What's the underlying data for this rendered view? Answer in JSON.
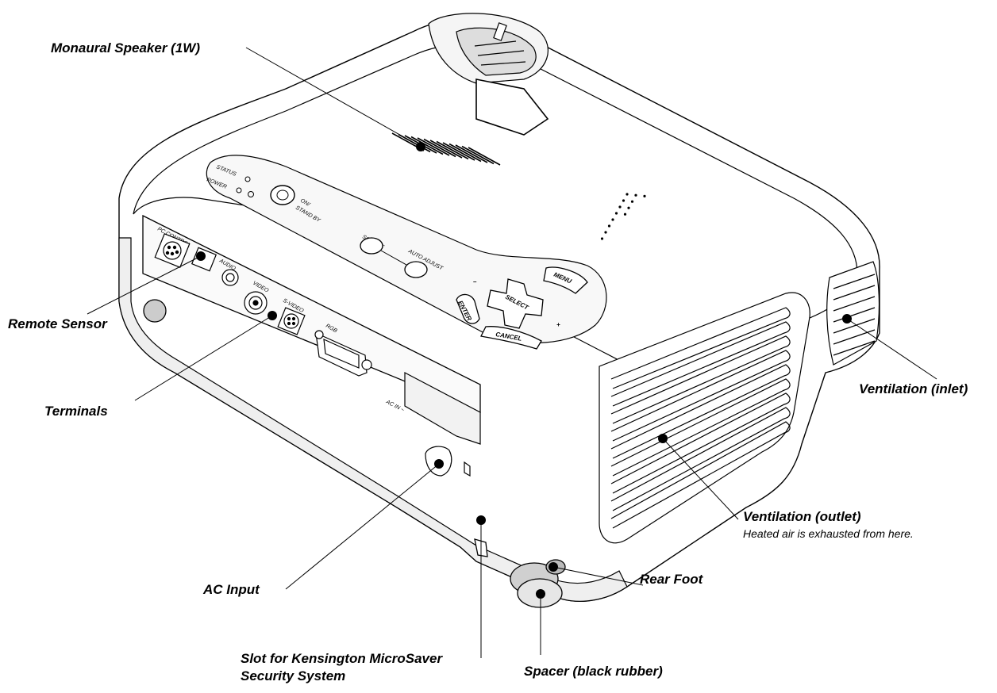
{
  "callouts": {
    "speaker": "Monaural Speaker (1W)",
    "remote_sensor": "Remote Sensor",
    "terminals": "Terminals",
    "ac_input": "AC Input",
    "slot_line1": "Slot for Kensington MicroSaver",
    "slot_line2": "Security System",
    "spacer": "Spacer (black rubber)",
    "rear_foot": "Rear Foot",
    "vent_outlet": "Ventilation (outlet)",
    "vent_outlet_note": "Heated air is exhausted from here.",
    "vent_inlet": "Ventilation (inlet)"
  },
  "panel_labels": {
    "status": "STATUS",
    "power": "POWER",
    "on_standby_1": "ON/",
    "on_standby_2": "STAND BY",
    "source": "SOURCE",
    "auto_adjust": "AUTO ADJUST",
    "menu": "MENU",
    "enter": "ENTER",
    "select": "SELECT",
    "cancel": "CANCEL",
    "minus": "–",
    "plus": "+"
  },
  "port_labels": {
    "pc_control": "PC CONTROL",
    "audio": "AUDIO",
    "video": "VIDEO",
    "s_video": "S-VIDEO",
    "rgb": "RGB",
    "ac_in": "AC IN ~"
  },
  "colors": {
    "line": "#000000",
    "body": "#ffffff",
    "shade": "#e6e6e6"
  }
}
